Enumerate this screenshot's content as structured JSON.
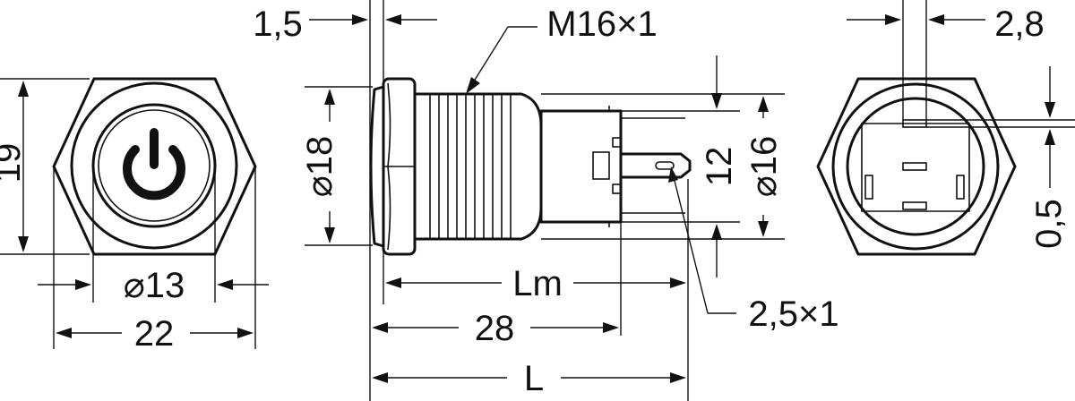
{
  "views": {
    "front": {
      "labels": {
        "height": "19",
        "inner_diameter": "⌀13",
        "width": "22"
      },
      "symbol": "power-icon"
    },
    "side": {
      "labels": {
        "flange_thickness": "1,5",
        "thread": "M16×1",
        "flange_diameter": "⌀18",
        "body_size": "12",
        "thread_diameter": "⌀16",
        "mounting_length": "Lm",
        "body_length": "28",
        "total_length": "L",
        "terminal_size": "2,5×1"
      }
    },
    "rear": {
      "labels": {
        "pin_width": "2,8",
        "pin_thickness": "0,5"
      }
    }
  }
}
